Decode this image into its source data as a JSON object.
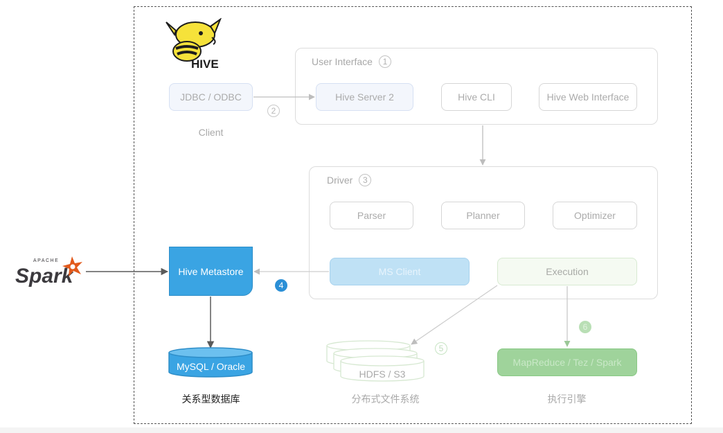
{
  "client": {
    "jdbc_label": "JDBC / ODBC",
    "caption": "Client",
    "step": "2"
  },
  "user_interface": {
    "title": "User Interface",
    "step": "1",
    "hive_server": "Hive Server 2",
    "hive_cli": "Hive CLI",
    "hive_web": "Hive Web Interface"
  },
  "driver": {
    "title": "Driver",
    "step": "3",
    "parser": "Parser",
    "planner": "Planner",
    "optimizer": "Optimizer",
    "ms_client": "MS Client",
    "execution": "Execution"
  },
  "metastore": {
    "label": "Hive Metastore",
    "step": "4",
    "db_label": "MySQL / Oracle",
    "caption": "关系型数据库"
  },
  "storage": {
    "label": "HDFS / S3",
    "step": "5",
    "caption": "分布式文件系统"
  },
  "engine": {
    "label": "MapReduce / Tez / Spark",
    "step": "6",
    "caption": "执行引擎"
  },
  "logos": {
    "spark_small": "APACHE",
    "spark": "Spark",
    "hive": "HIVE"
  },
  "colors": {
    "metastore_blue": "#3aa4e3",
    "badge_blue": "#2b8fd6",
    "engine_green": "#9fd39b",
    "ms_client_blue": "#bfe1f5"
  }
}
